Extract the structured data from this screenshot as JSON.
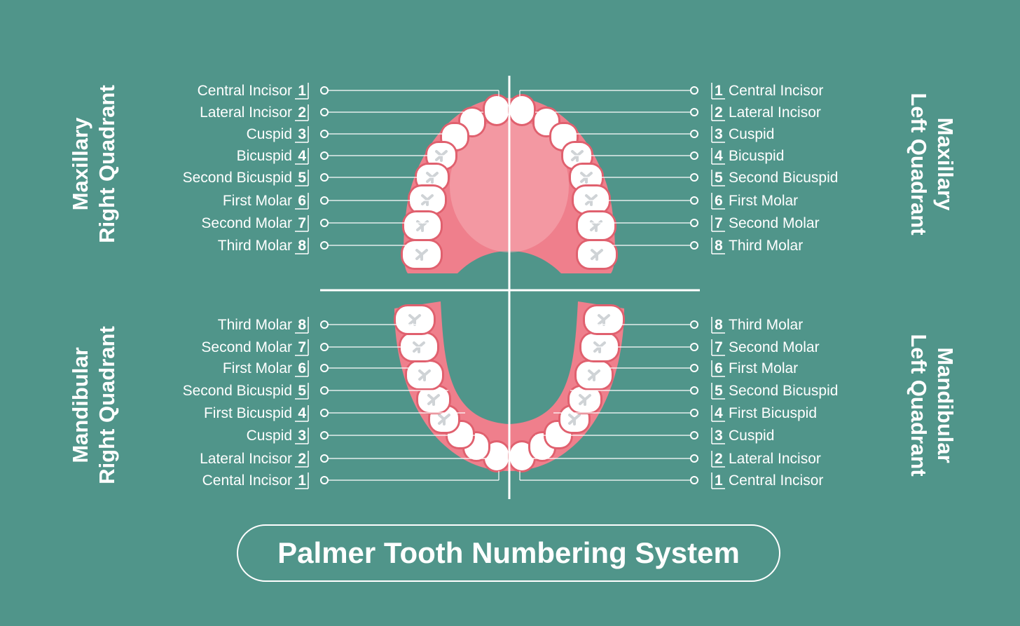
{
  "title": "Palmer Tooth Numbering System",
  "colors": {
    "background": "#50958a",
    "gum": "#ef7f8c",
    "tooth": "#ffffff",
    "line": "#ffffff"
  },
  "quadrants": {
    "upper_right": {
      "line1": "Maxillary",
      "line2": "Right Quadrant"
    },
    "upper_left": {
      "line1": "Maxillary",
      "line2": "Left Quadrant"
    },
    "lower_right": {
      "line1": "Mandibular",
      "line2": "Right Quadrant"
    },
    "lower_left": {
      "line1": "Mandibular",
      "line2": "Left Quadrant"
    }
  },
  "labels": {
    "upper_right": [
      {
        "name": "Central Incisor",
        "number": "1"
      },
      {
        "name": "Lateral Incisor",
        "number": "2"
      },
      {
        "name": "Cuspid",
        "number": "3"
      },
      {
        "name": "Bicuspid",
        "number": "4"
      },
      {
        "name": "Second Bicuspid",
        "number": "5"
      },
      {
        "name": "First Molar",
        "number": "6"
      },
      {
        "name": "Second Molar",
        "number": "7"
      },
      {
        "name": "Third Molar",
        "number": "8"
      }
    ],
    "upper_left": [
      {
        "name": "Central Incisor",
        "number": "1"
      },
      {
        "name": "Lateral Incisor",
        "number": "2"
      },
      {
        "name": "Cuspid",
        "number": "3"
      },
      {
        "name": "Bicuspid",
        "number": "4"
      },
      {
        "name": "Second Bicuspid",
        "number": "5"
      },
      {
        "name": "First Molar",
        "number": "6"
      },
      {
        "name": "Second Molar",
        "number": "7"
      },
      {
        "name": "Third Molar",
        "number": "8"
      }
    ],
    "lower_right": [
      {
        "name": "Third Molar",
        "number": "8"
      },
      {
        "name": "Second Molar",
        "number": "7"
      },
      {
        "name": "First Molar",
        "number": "6"
      },
      {
        "name": "Second Bicuspid",
        "number": "5"
      },
      {
        "name": "First Bicuspid",
        "number": "4"
      },
      {
        "name": "Cuspid",
        "number": "3"
      },
      {
        "name": "Lateral Incisor",
        "number": "2"
      },
      {
        "name": "Cental Incisor",
        "number": "1"
      }
    ],
    "lower_left": [
      {
        "name": "Third Molar",
        "number": "8"
      },
      {
        "name": "Second Molar",
        "number": "7"
      },
      {
        "name": "First Molar",
        "number": "6"
      },
      {
        "name": "Second Bicuspid",
        "number": "5"
      },
      {
        "name": "First Bicuspid",
        "number": "4"
      },
      {
        "name": "Cuspid",
        "number": "3"
      },
      {
        "name": "Lateral Incisor",
        "number": "2"
      },
      {
        "name": "Central Incisor",
        "number": "1"
      }
    ]
  }
}
